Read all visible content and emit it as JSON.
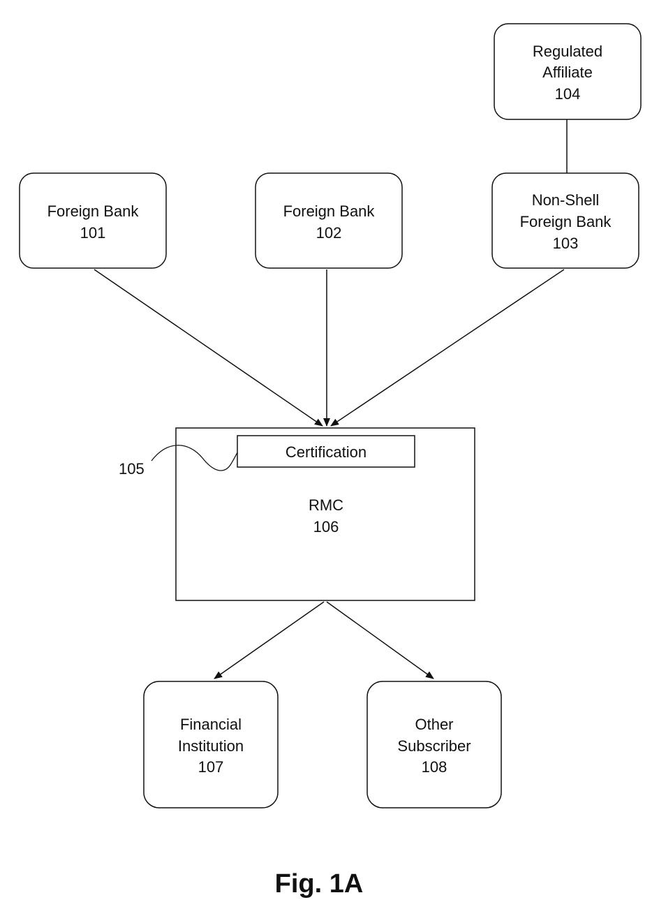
{
  "nodes": {
    "foreign_bank_101": {
      "lines": [
        "Foreign Bank",
        "101"
      ]
    },
    "foreign_bank_102": {
      "lines": [
        "Foreign Bank",
        "102"
      ]
    },
    "non_shell_103": {
      "lines": [
        "Non-Shell",
        "Foreign Bank",
        "103"
      ]
    },
    "regulated_affiliate_104": {
      "lines": [
        "Regulated",
        "Affiliate",
        "104"
      ]
    },
    "rmc_106": {
      "lines": [
        "RMC",
        "106"
      ]
    },
    "certification": {
      "label": "Certification"
    },
    "ref_105": {
      "label": "105"
    },
    "financial_institution_107": {
      "lines": [
        "Financial",
        "Institution",
        "107"
      ]
    },
    "other_subscriber_108": {
      "lines": [
        "Other",
        "Subscriber",
        "108"
      ]
    }
  },
  "caption": "Fig. 1A"
}
